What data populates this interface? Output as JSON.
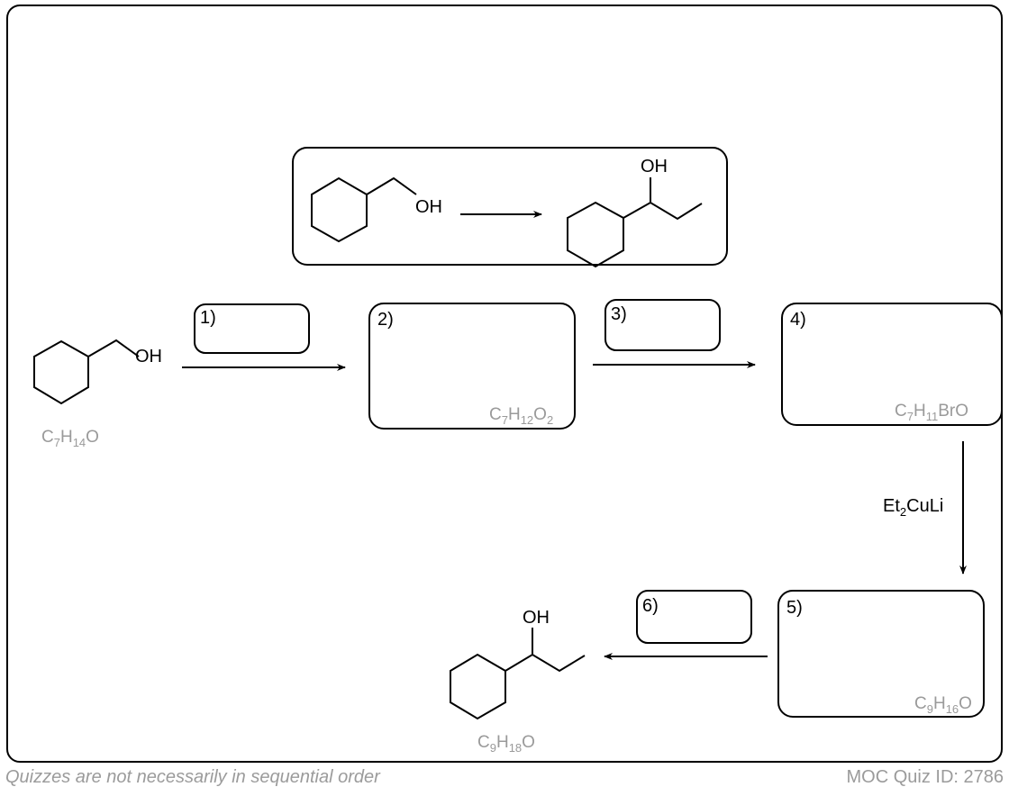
{
  "target": {
    "start_oh_label": "OH",
    "product_oh_label": "OH"
  },
  "start": {
    "oh_label": "OH",
    "formula": {
      "C": "C",
      "c_count": "7",
      "H": "H",
      "h_count": "14",
      "rest": "O"
    }
  },
  "steps": [
    {
      "label": "1)"
    },
    {
      "label": "2)",
      "formula": {
        "C": "C",
        "c_count": "7",
        "H": "H",
        "h_count": "12",
        "O": "O",
        "o_count": "2"
      }
    },
    {
      "label": "3)"
    },
    {
      "label": "4)",
      "formula": {
        "C": "C",
        "c_count": "7",
        "H": "H",
        "h_count": "11",
        "rest": "BrO"
      }
    },
    {
      "label": "5)",
      "formula": {
        "C": "C",
        "c_count": "9",
        "H": "H",
        "h_count": "16",
        "rest": "O"
      }
    },
    {
      "label": "6)"
    }
  ],
  "reagent": {
    "prefix": "Et",
    "sub": "2",
    "suffix": "CuLi"
  },
  "product": {
    "oh_label": "OH",
    "formula": {
      "C": "C",
      "c_count": "9",
      "H": "H",
      "h_count": "18",
      "rest": "O"
    }
  },
  "footer": {
    "left": "Quizzes are not necessarily in sequential order",
    "right": "MOC Quiz ID: 2786"
  },
  "colors": {
    "formula_gray": "#9a9a9a",
    "footer_gray": "#9b9b9b",
    "line": "#000000"
  }
}
